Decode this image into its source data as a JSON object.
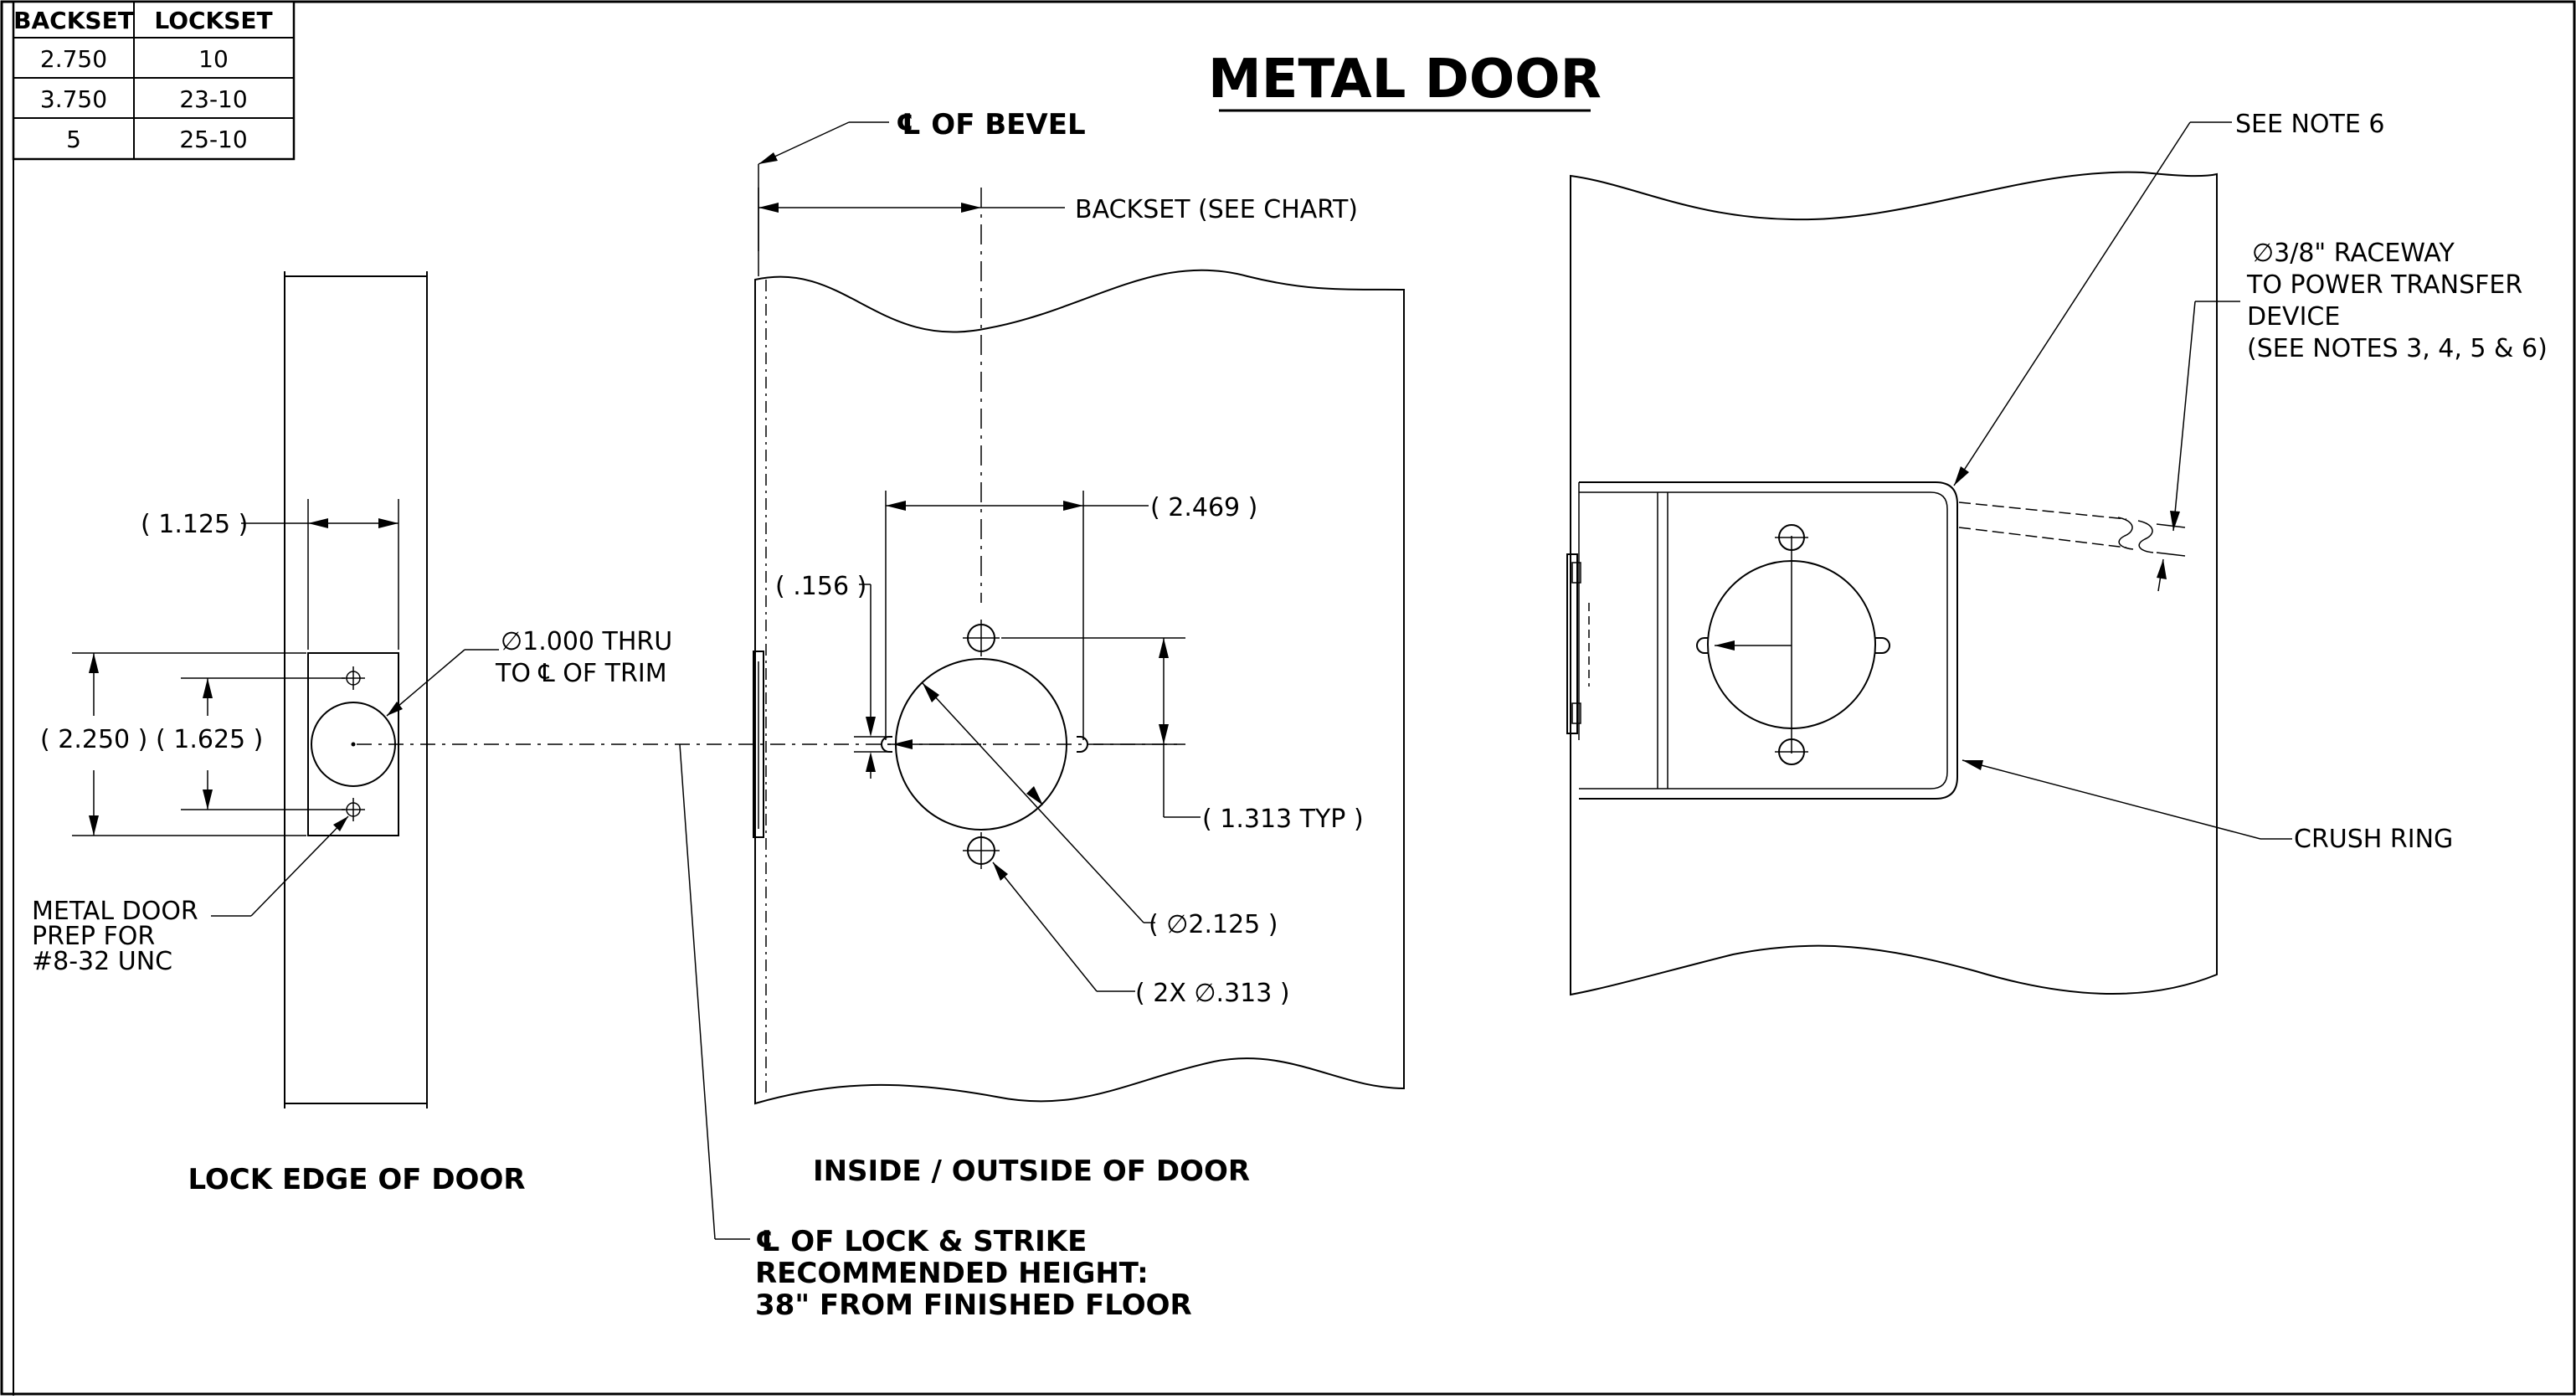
{
  "title": "METAL DOOR",
  "backset_table": {
    "headers": [
      "BACKSET",
      "LOCKSET"
    ],
    "rows": [
      {
        "backset": "2.750",
        "lockset": "10"
      },
      {
        "backset": "3.750",
        "lockset": "23-10"
      },
      {
        "backset": "5",
        "lockset": "25-10"
      }
    ]
  },
  "symbols": {
    "centerline": "℄",
    "diameter": "∅"
  },
  "lock_edge_view": {
    "heading": "LOCK EDGE OF DOOR",
    "dim_width": "( 1.125 )",
    "dim_outer_height": "( 2.250 )",
    "dim_inner_height": "( 1.625 )",
    "thru_note_line1": "∅1.000 THRU",
    "thru_note_line2": "TO ℄ OF TRIM",
    "screw_note_line1": "METAL DOOR",
    "screw_note_line2": "PREP FOR",
    "screw_note_line3": "#8-32 UNC"
  },
  "face_view": {
    "heading": "INSIDE / OUTSIDE OF DOOR",
    "bevel_label": "℄ OF BEVEL",
    "backset_label": "BACKSET (SEE CHART)",
    "dim_slot_width": "( 2.469 )",
    "dim_slot_offset": "( .156 )",
    "dim_hole_spacing": "( 1.313 TYP )",
    "dim_bore": "( ∅2.125 )",
    "dim_screw_holes": "( 2X ∅.313 )"
  },
  "centerline_note": {
    "line1": "℄ OF LOCK & STRIKE",
    "line2": "RECOMMENDED HEIGHT:",
    "line3": "38\" FROM FINISHED FLOOR"
  },
  "section_view": {
    "note6": "SEE NOTE 6",
    "raceway_line1": "∅3/8\" RACEWAY",
    "raceway_line2": "TO POWER TRANSFER",
    "raceway_line3": "DEVICE",
    "raceway_line4": "(SEE NOTES 3, 4, 5 & 6)",
    "crush_ring": "CRUSH RING"
  }
}
